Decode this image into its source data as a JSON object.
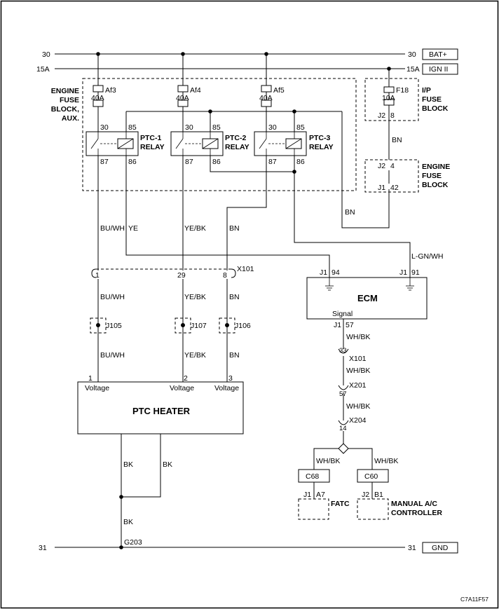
{
  "rails": {
    "b30_left": "30",
    "b30_right": "30",
    "bat_label": "BAT+",
    "b15_left": "15A",
    "b15_right": "15A",
    "ign_label": "IGN II",
    "b31_left": "31",
    "b31_right": "31",
    "gnd_label": "GND"
  },
  "engine_fuse_aux": {
    "line1": "ENGINE",
    "line2": "FUSE",
    "line3": "BLOCK,",
    "line4": "AUX."
  },
  "fuses": [
    {
      "name": "Af3",
      "rating": "40A"
    },
    {
      "name": "Af4",
      "rating": "40A"
    },
    {
      "name": "Af5",
      "rating": "40A"
    }
  ],
  "ip_fuse": {
    "name": "F18",
    "rating": "10A",
    "label1": "I/P",
    "label2": "FUSE",
    "label3": "BLOCK",
    "j_left": "J2",
    "j_right": "8"
  },
  "relays": [
    {
      "line1": "PTC-1",
      "line2": "RELAY",
      "p30": "30",
      "p85": "85",
      "p87": "87",
      "p86": "86"
    },
    {
      "line1": "PTC-2",
      "line2": "RELAY",
      "p30": "30",
      "p85": "85",
      "p87": "87",
      "p86": "86"
    },
    {
      "line1": "PTC-3",
      "line2": "RELAY",
      "p30": "30",
      "p85": "85",
      "p87": "87",
      "p86": "86"
    }
  ],
  "engine_fuse": {
    "line1": "ENGINE",
    "line2": "FUSE",
    "line3": "BLOCK",
    "top_j": "J2",
    "top_pin": "4",
    "bot_j": "J1",
    "bot_pin": "42"
  },
  "wires": {
    "bn_ip": "BN",
    "bn_right": "BN",
    "buwh1": "BU/WH",
    "ye1": "YE",
    "yebk1": "YE/BK",
    "bn1": "BN",
    "lgnwh": "L-GN/WH",
    "buwh2": "BU/WH",
    "yebk2": "YE/BK",
    "bn2": "BN",
    "buwh3": "BU/WH",
    "yebk3": "YE/BK",
    "bn3": "BN",
    "bk1": "BK",
    "bk2": "BK",
    "bk3": "BK",
    "whbk1": "WH/BK",
    "whbk2": "WH/BK",
    "whbk3": "WH/BK",
    "whbk4": "WH/BK",
    "whbk5": "WH/BK"
  },
  "x101": {
    "name": "X101",
    "pin1": "1",
    "pin29": "29",
    "pin8": "8"
  },
  "splices": {
    "j105": "J105",
    "j107": "J107",
    "j106": "J106"
  },
  "ecm": {
    "title": "ECM",
    "j_left": "J1",
    "pin_left": "94",
    "j_right": "J1",
    "pin_right": "91",
    "signal": "Signal",
    "j_sig": "J1",
    "pin_sig": "57"
  },
  "connectors": [
    {
      "pin": "33",
      "name": "X101"
    },
    {
      "pin": "57",
      "name": "X201"
    },
    {
      "pin": "14",
      "name": "X204"
    }
  ],
  "heater": {
    "title": "PTC HEATER",
    "pin1": "1",
    "pin2": "2",
    "pin3": "3",
    "v1": "Voltage",
    "v2": "Voltage",
    "v3": "Voltage"
  },
  "ground": {
    "name": "G203"
  },
  "c68": "C68",
  "c60": "C60",
  "fatc": {
    "label": "FATC",
    "j": "J1",
    "pin": "A7"
  },
  "manual": {
    "line1": "MANUAL A/C",
    "line2": "CONTROLLER",
    "j": "J2",
    "pin": "B1"
  },
  "figure_code": "C7A11F57"
}
